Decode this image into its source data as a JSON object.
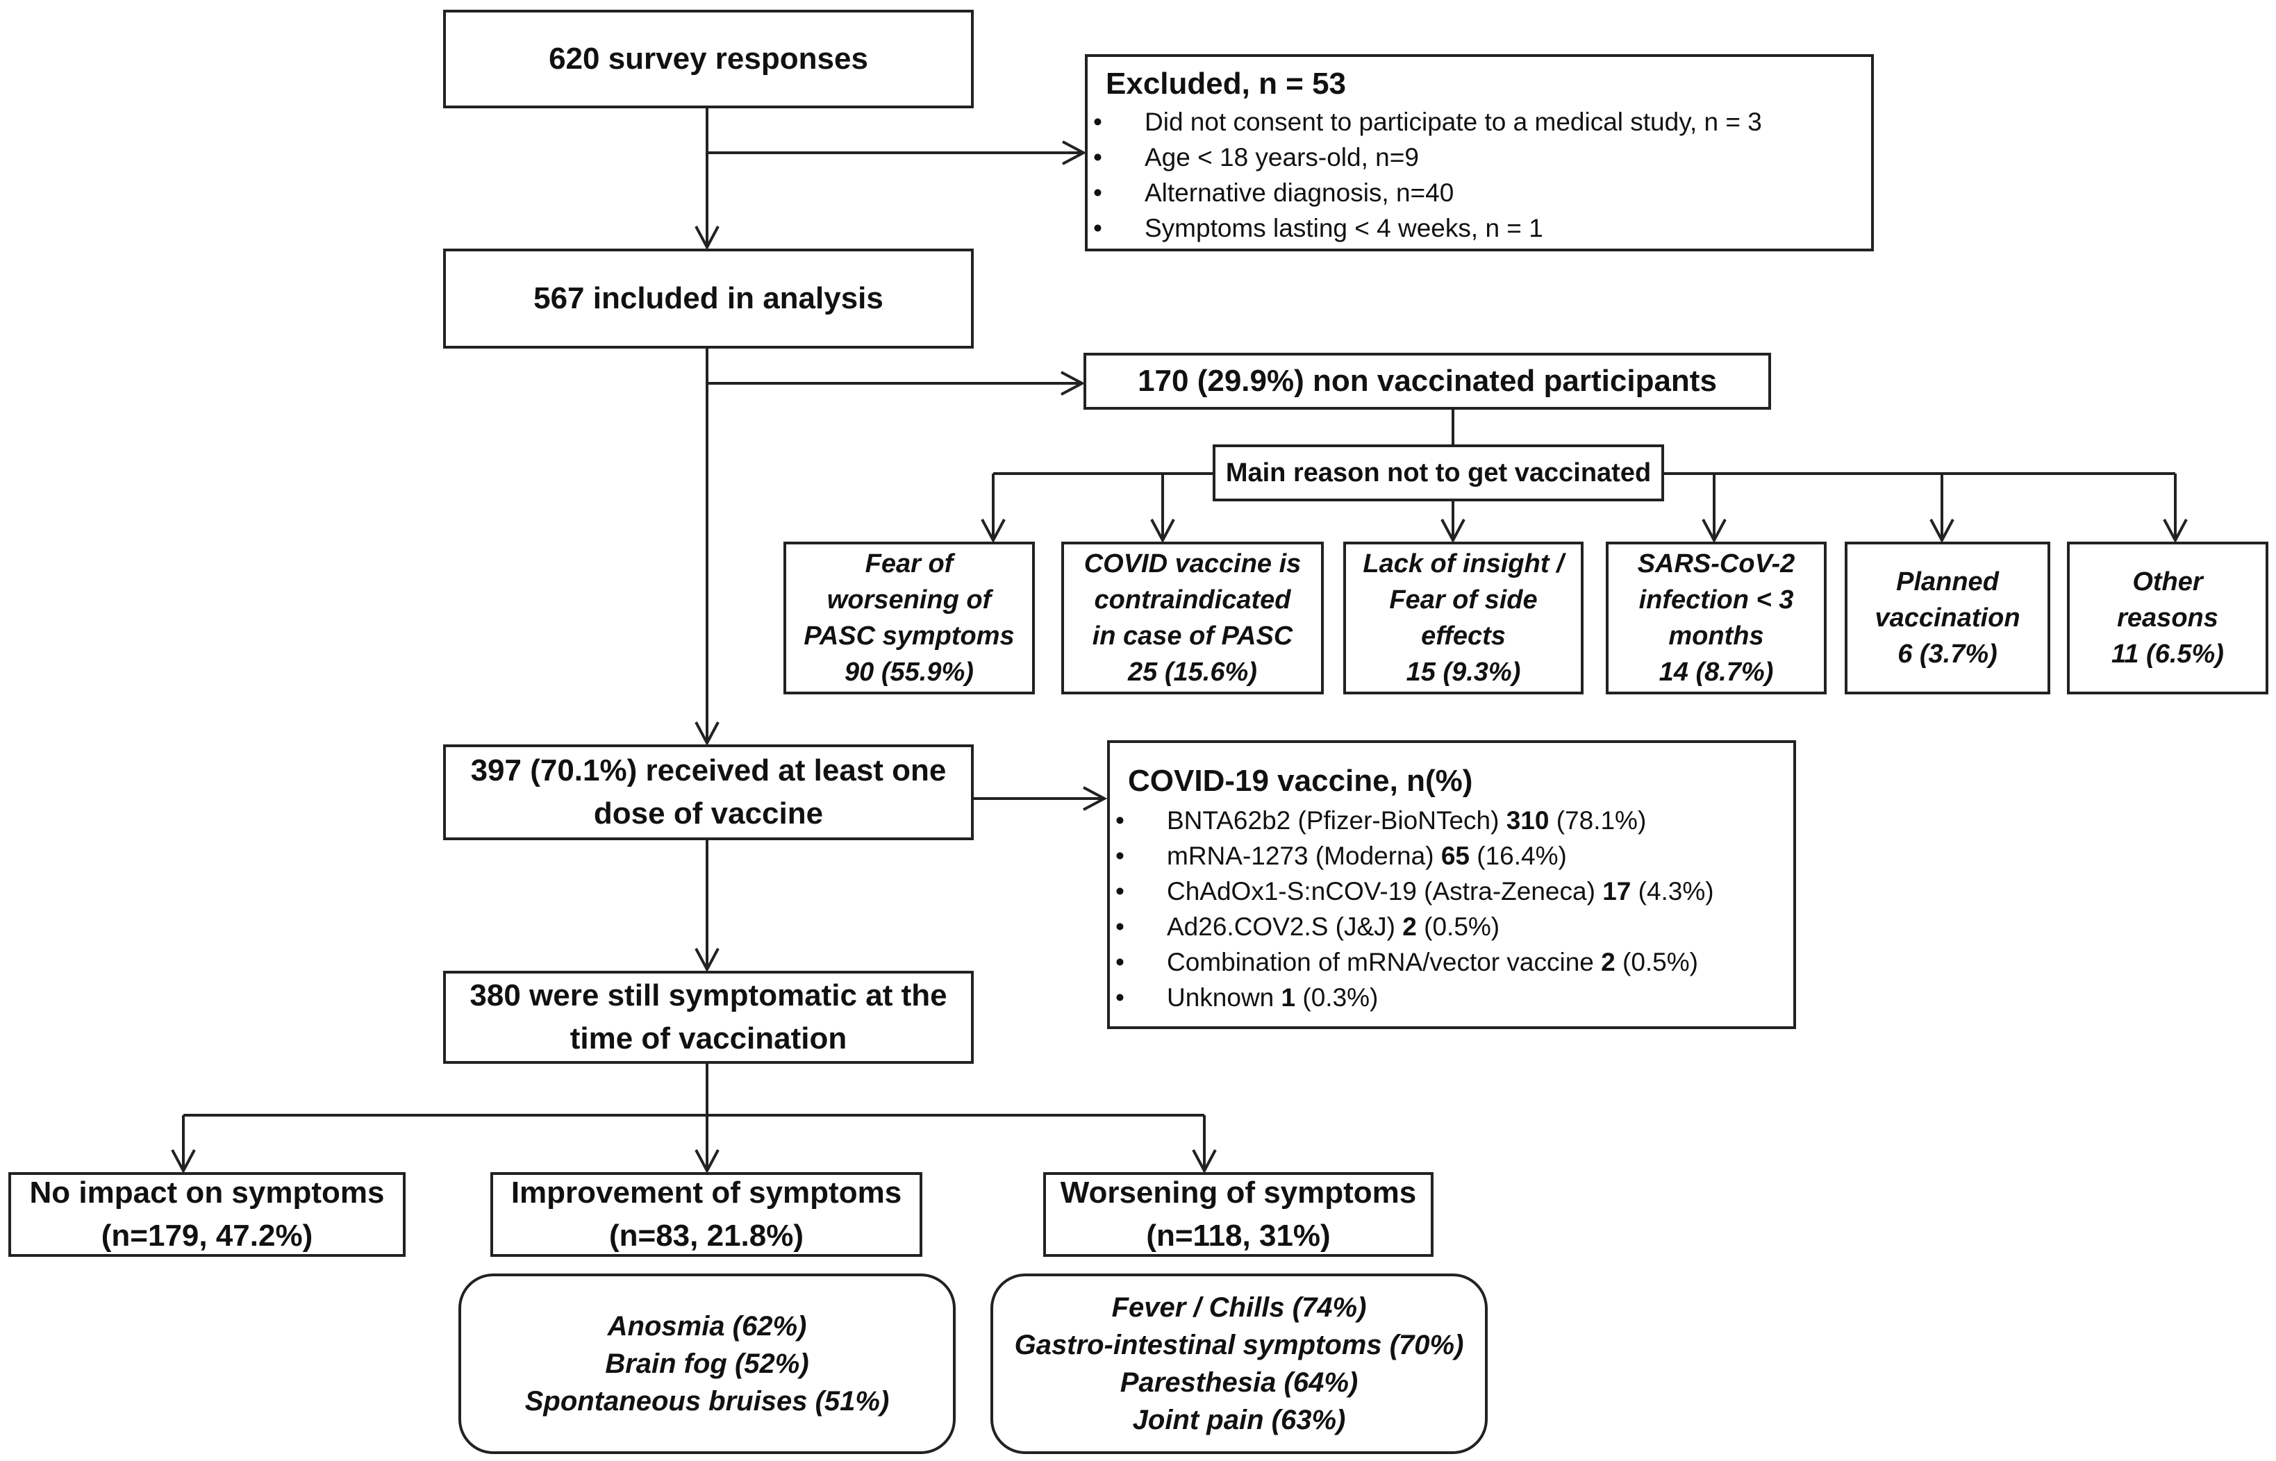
{
  "total": "620 survey responses",
  "excluded": {
    "title": "Excluded, n = 53",
    "items": [
      "Did not consent to participate to a medical study, n = 3",
      "Age < 18 years-old, n=9",
      "Alternative diagnosis, n=40",
      "Symptoms lasting < 4 weeks, n = 1"
    ]
  },
  "included": "567 included in analysis",
  "non_vaccinated": "170 (29.9%) non vaccinated participants",
  "main_reason": "Main reason not to get vaccinated",
  "reasons": [
    {
      "lines": [
        "Fear of",
        "worsening of",
        "PASC symptoms",
        "90 (55.9%)"
      ]
    },
    {
      "lines": [
        "COVID vaccine is",
        "contraindicated",
        "in case of PASC",
        "25 (15.6%)"
      ]
    },
    {
      "lines": [
        "Lack of insight /",
        "Fear of side",
        "effects",
        "15 (9.3%)"
      ]
    },
    {
      "lines": [
        "SARS-CoV-2",
        "infection < 3",
        "months",
        "14 (8.7%)"
      ]
    },
    {
      "lines": [
        "Planned",
        "vaccination",
        "6 (3.7%)"
      ]
    },
    {
      "lines": [
        "Other",
        "reasons",
        "11 (6.5%)"
      ]
    }
  ],
  "vaccinated": {
    "line1": "397 (70.1%) received at least one",
    "line2": "dose of vaccine"
  },
  "vaccine_types": {
    "title": "COVID-19 vaccine, n(%)",
    "items": [
      {
        "name": "BNTA62b2 (Pfizer-BioNTech) ",
        "count": "310",
        "pct": " (78.1%)"
      },
      {
        "name": "mRNA-1273 (Moderna) ",
        "count": "65",
        "pct": " (16.4%)"
      },
      {
        "name": "ChAdOx1-S:nCOV-19 (Astra-Zeneca) ",
        "count": "17",
        "pct": " (4.3%)"
      },
      {
        "name": "Ad26.COV2.S (J&J) ",
        "count": "2",
        "pct": " (0.5%)"
      },
      {
        "name": "Combination of mRNA/vector vaccine ",
        "count": "2",
        "pct": " (0.5%)"
      },
      {
        "name": "Unknown ",
        "count": "1",
        "pct": " (0.3%)"
      }
    ]
  },
  "symptomatic": {
    "line1": "380 were still symptomatic at the",
    "line2": "time of vaccination"
  },
  "outcomes": {
    "no_impact": {
      "line1": "No impact on symptoms",
      "line2": "(n=179, 47.2%)"
    },
    "improvement": {
      "line1": "Improvement of symptoms",
      "line2": "(n=83, 21.8%)"
    },
    "worsening": {
      "line1": "Worsening of symptoms",
      "line2": "(n=118, 31%)"
    }
  },
  "improvement_details": [
    "Anosmia (62%)",
    "Brain fog (52%)",
    "Spontaneous bruises (51%)"
  ],
  "worsening_details": [
    "Fever / Chills (74%)",
    "Gastro-intestinal symptoms (70%)",
    "Paresthesia (64%)",
    "Joint pain (63%)"
  ]
}
